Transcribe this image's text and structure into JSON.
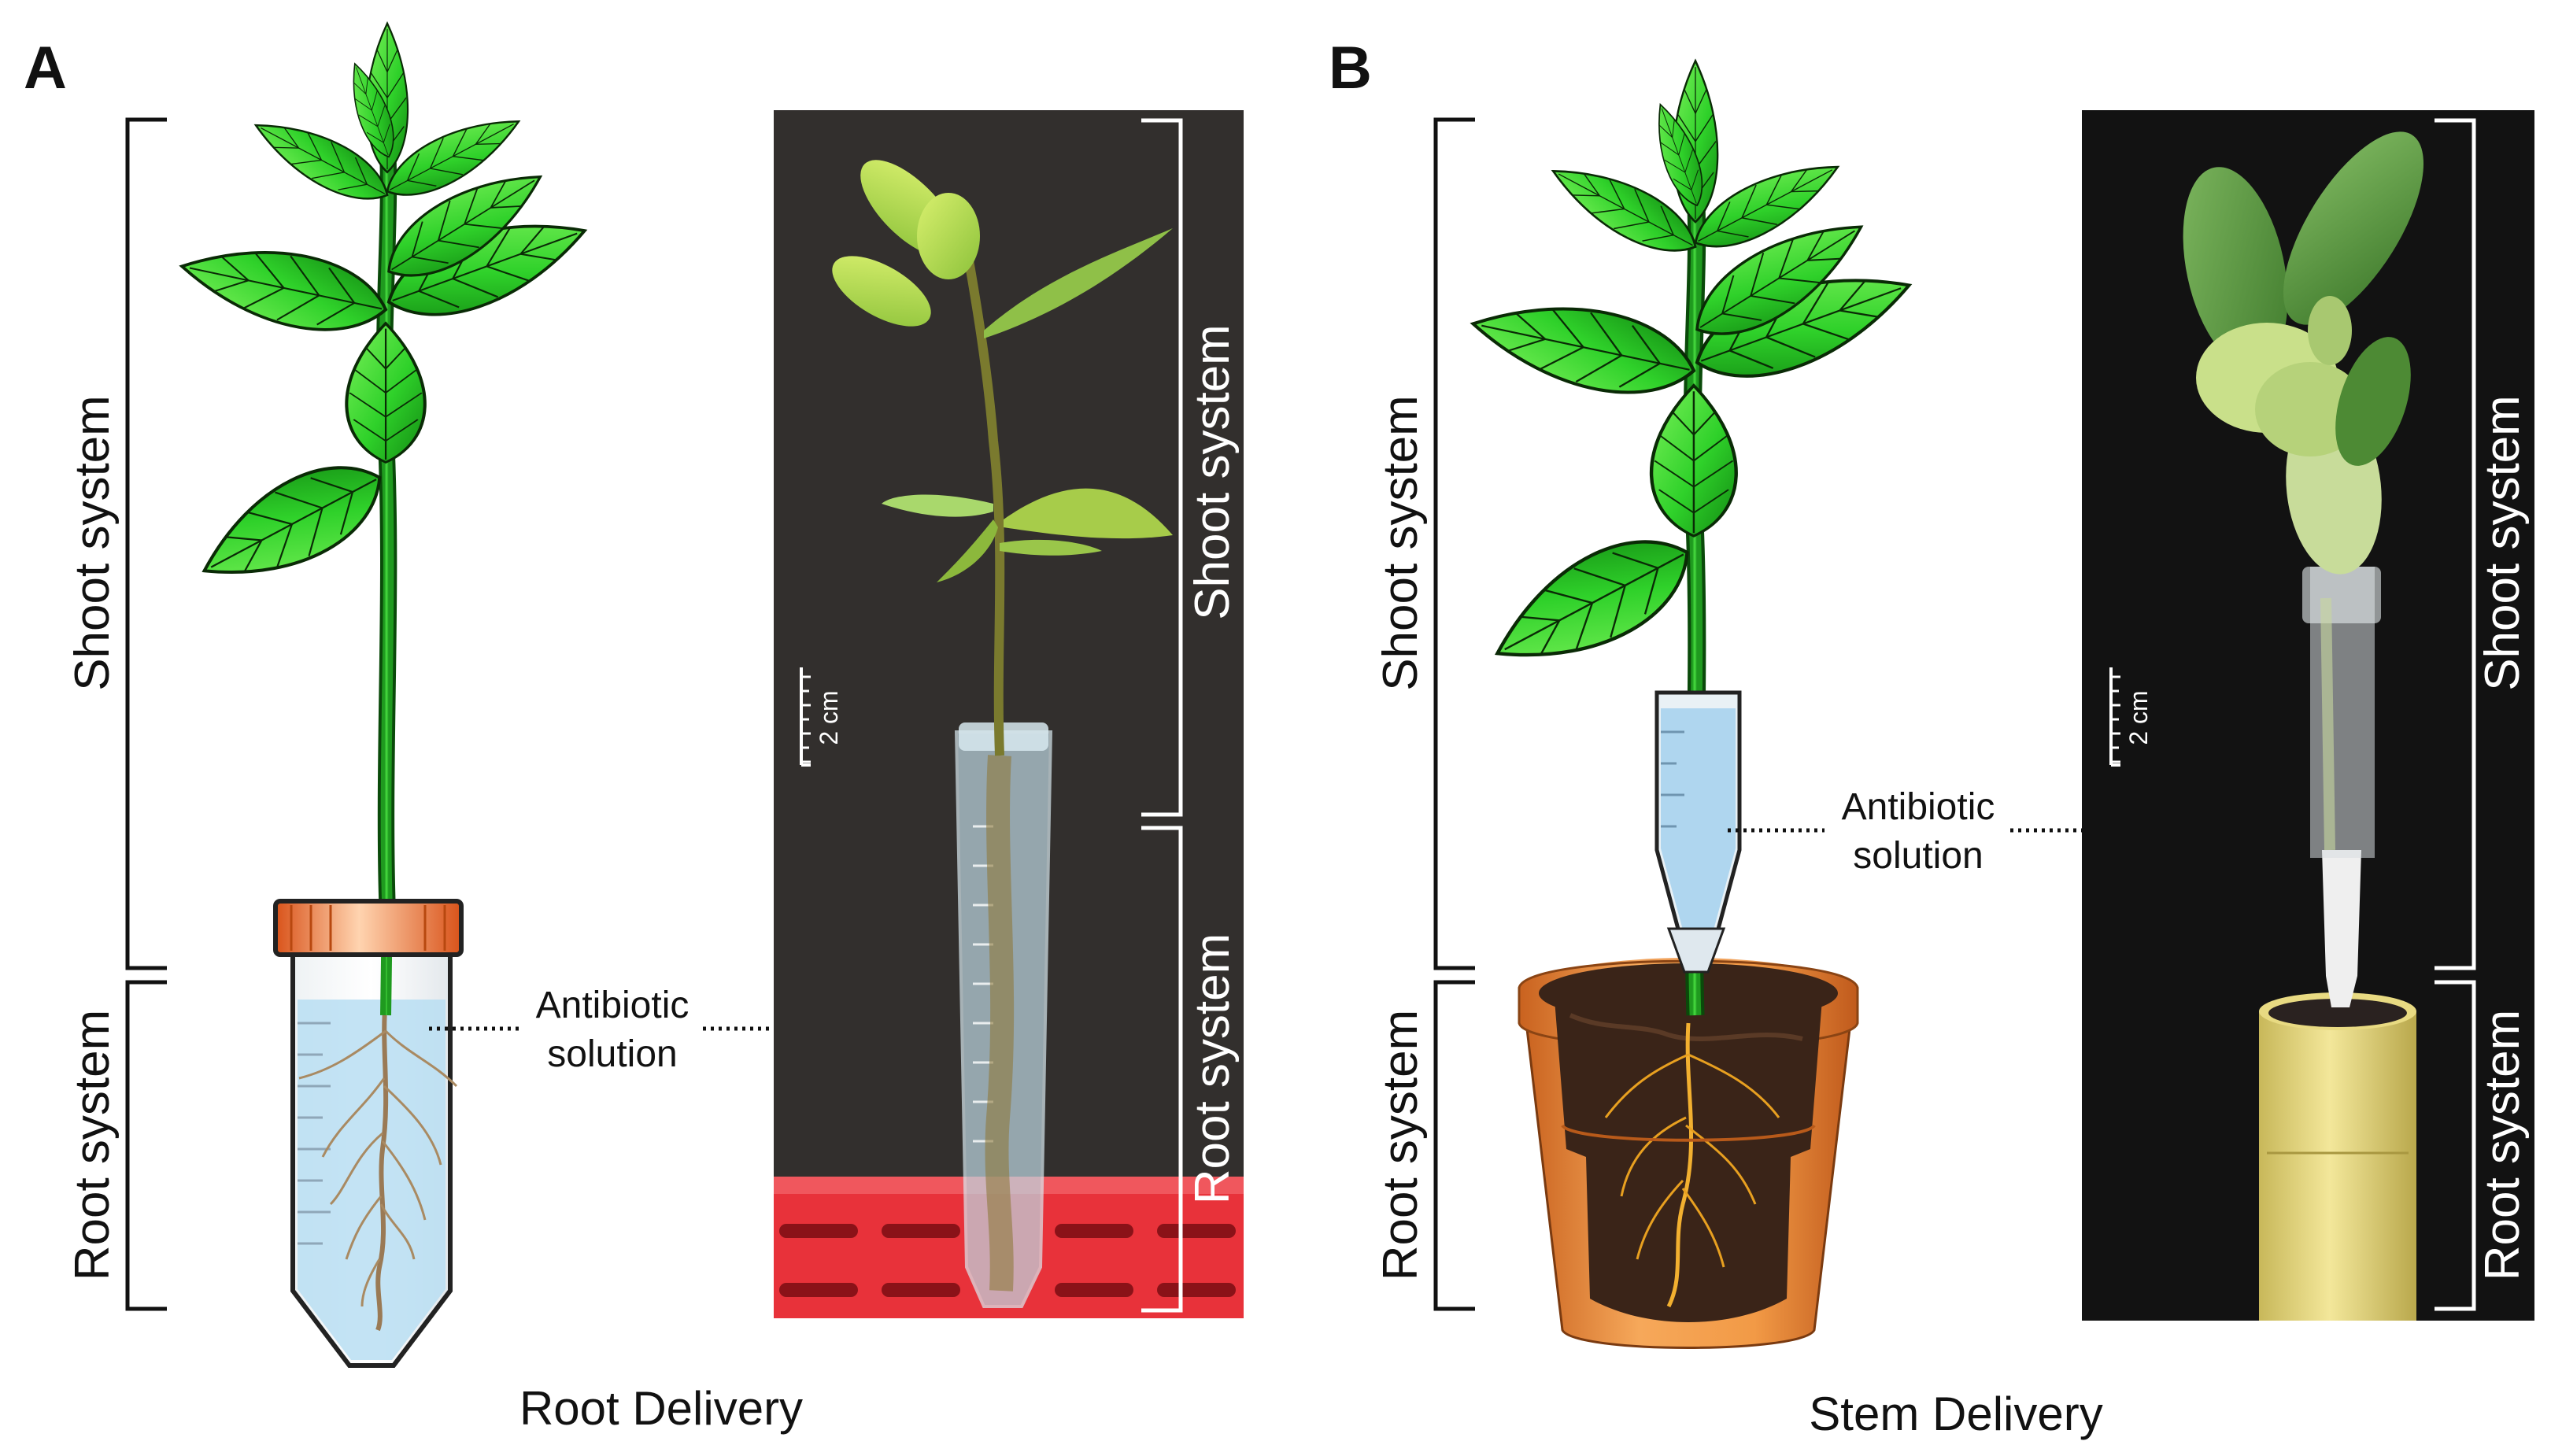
{
  "panels": [
    {
      "letter": "A",
      "labels": {
        "shoot_system": "Shoot system",
        "root_system": "Root system",
        "callout_line1": "Antibiotic",
        "callout_line2": "solution",
        "scale_bar": "2 cm",
        "caption": "Root Delivery"
      },
      "colors": {
        "cap": "#e8641c",
        "solution": "#a9d8f0",
        "photo_bg": "#2f2c2b",
        "rack": "#e8323a"
      }
    },
    {
      "letter": "B",
      "labels": {
        "shoot_system": "Shoot system",
        "root_system": "Root system",
        "callout_line1": "Antibiotic",
        "callout_line2": "solution",
        "scale_bar": "2 cm",
        "caption": "Stem Delivery"
      },
      "colors": {
        "pot": "#e88a3a",
        "soil": "#3a2418",
        "photo_bg": "#111111",
        "pipe": "#e6d67a"
      }
    }
  ]
}
